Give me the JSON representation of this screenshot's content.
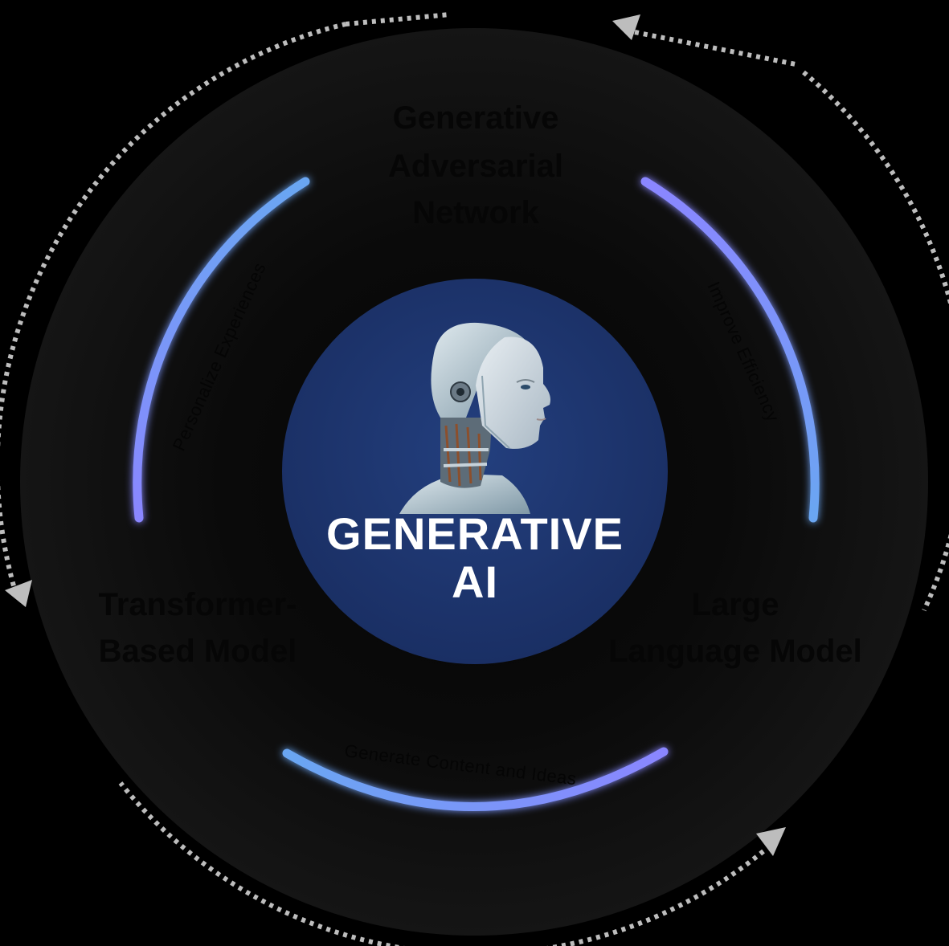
{
  "center": {
    "title_line1": "GENERATIVE",
    "title_line2": "AI",
    "image": "humanoid-robot-head-illustration"
  },
  "nodes": {
    "top": [
      "Generative",
      "Adversarial",
      "Network"
    ],
    "left": [
      "Transformer-",
      "Based Model"
    ],
    "right": [
      "Large",
      "Language Model"
    ]
  },
  "arc_labels": {
    "left": "Personalize Experiences",
    "right": "Improve Efficiency",
    "bottom": "Generate Content and Ideas"
  },
  "colors": {
    "background": "#000000",
    "outer_disc": "#121212",
    "center_circle": "#1b3168",
    "arc_blue": "#6aa6f2",
    "arc_violet": "#8a86ff",
    "dotted_cycle": "#bdbdbd"
  }
}
